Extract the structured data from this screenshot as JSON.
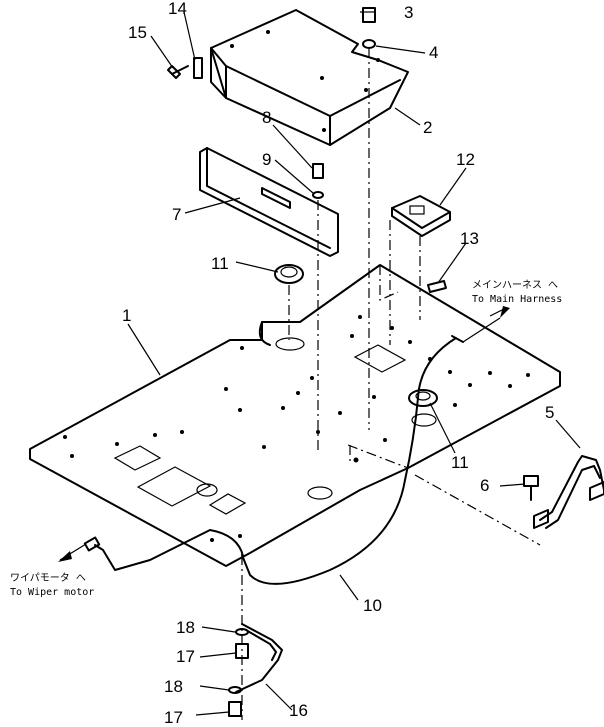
{
  "callouts": [
    "1",
    "2",
    "3",
    "4",
    "5",
    "6",
    "7",
    "8",
    "9",
    "10",
    "11",
    "11",
    "12",
    "13",
    "14",
    "15",
    "16",
    "17",
    "17",
    "18",
    "18"
  ],
  "notes": {
    "main_harness_jp": "メインハーネス へ",
    "main_harness_en": "To Main Harness",
    "wiper_jp": "ワイパモータ へ",
    "wiper_en": "To Wiper motor"
  }
}
